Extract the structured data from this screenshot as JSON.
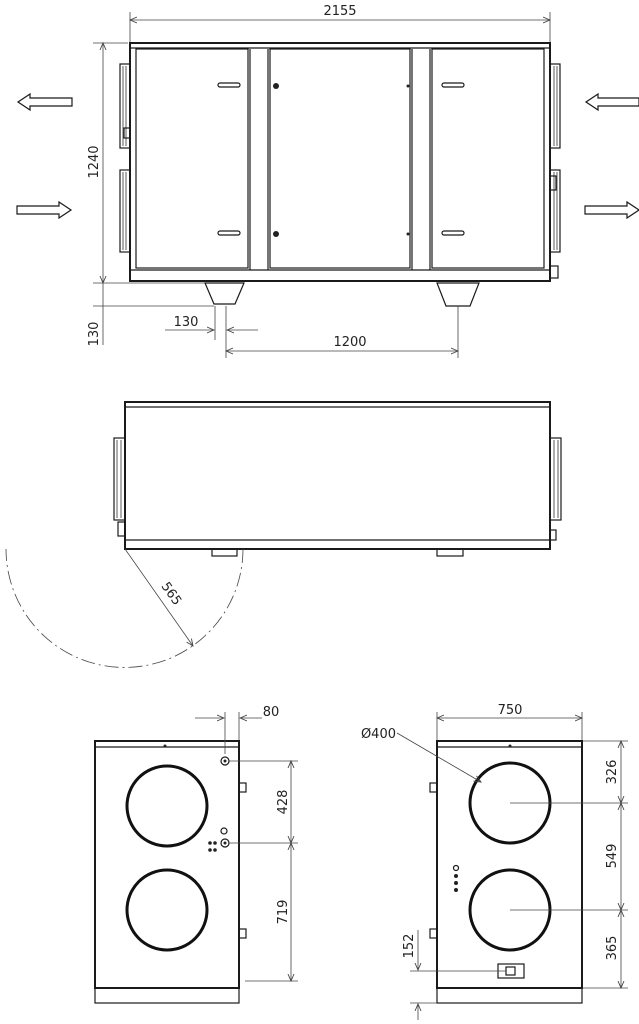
{
  "front_view": {
    "dim_width": "2155",
    "dim_height": "1240",
    "dim_foot_offset": "130",
    "dim_foot_height": "130",
    "dim_foot_spacing": "1200"
  },
  "top_view": {
    "dim_door_radius": "565"
  },
  "left_end_view": {
    "dim_port_offset": "80",
    "dim_upper_spacing": "428",
    "dim_lower_spacing": "719"
  },
  "right_end_view": {
    "dim_duct_diameter": "Ø400",
    "dim_depth": "750",
    "dim_top_to_duct": "326",
    "dim_duct_spacing": "549",
    "dim_duct_to_bottom": "365",
    "dim_drain_height": "152"
  },
  "arrows": [
    "arrow-left-outlet",
    "arrow-right-inlet",
    "arrow-left-inlet",
    "arrow-right-outlet"
  ]
}
